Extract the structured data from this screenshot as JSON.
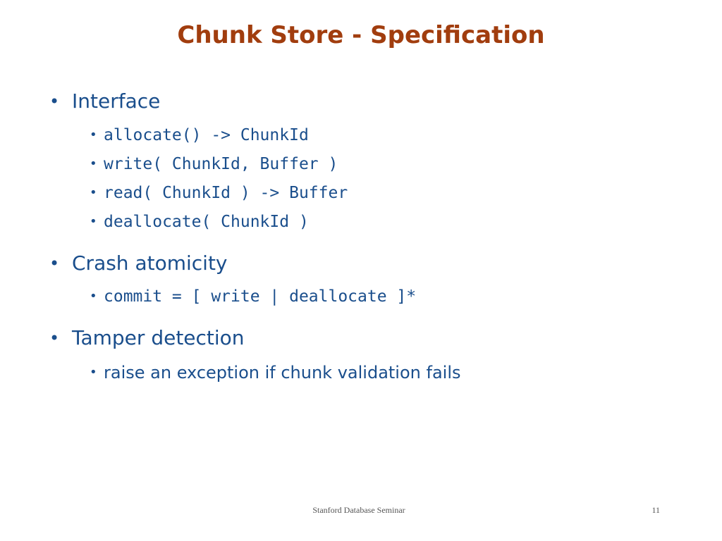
{
  "slide": {
    "title": "Chunk Store - Specification",
    "bullet_symbol": "•",
    "sections": [
      {
        "heading": "Interface",
        "items": [
          "allocate() -> ChunkId",
          "write( ChunkId, Buffer )",
          "read( ChunkId ) -> Buffer",
          "deallocate( ChunkId )"
        ]
      },
      {
        "heading": "Crash atomicity",
        "items": [
          "commit = [ write | deallocate ]*"
        ]
      },
      {
        "heading": "Tamper detection",
        "items": [
          "raise an exception if chunk validation fails"
        ]
      }
    ],
    "footer": "Stanford Database Seminar",
    "page_number": "11"
  },
  "colors": {
    "title": "#A13D0E",
    "body": "#1A4E8C",
    "footer": "#555555"
  }
}
